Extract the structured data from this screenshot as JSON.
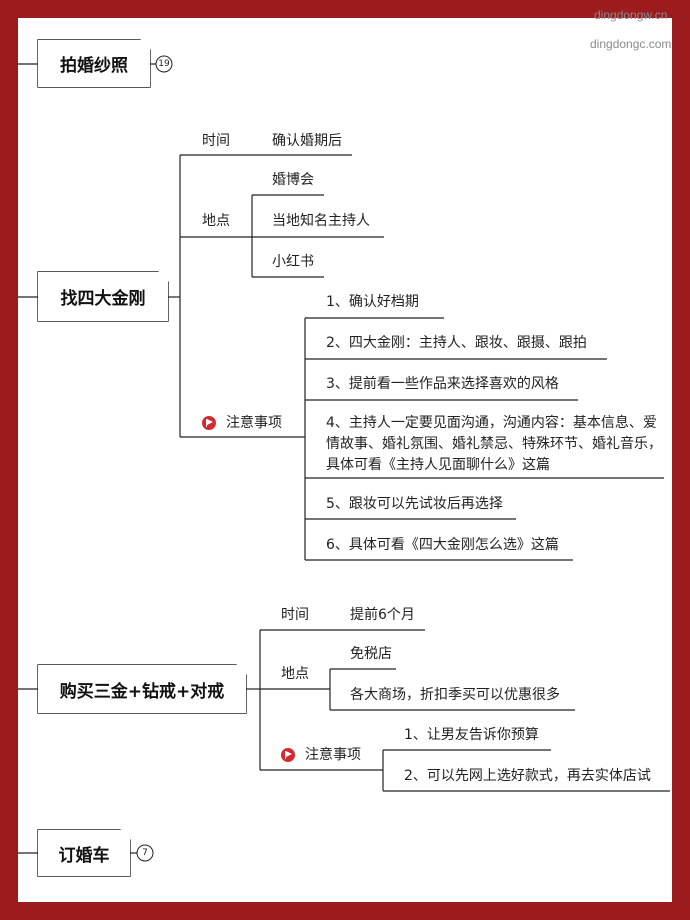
{
  "watermarks": [
    "dingdongw.cn",
    "dingdongc.com"
  ],
  "topics": {
    "t1": {
      "title": "拍婚纱照",
      "badge": "19"
    },
    "t2": {
      "title": "找四大金刚",
      "time_label": "时间",
      "time_value": "确认婚期后",
      "place_label": "地点",
      "places": [
        "婚博会",
        "当地知名主持人",
        "小红书"
      ],
      "notes_label": "注意事项",
      "notes": [
        "1、确认好档期",
        "2、四大金刚：主持人、跟妆、跟摄、跟拍",
        "3、提前看一些作品来选择喜欢的风格",
        "4、主持人一定要见面沟通，沟通内容：基本信息、爱情故事、婚礼氛围、婚礼禁忌、特殊环节、婚礼音乐，具体可看《主持人见面聊什么》这篇",
        "5、跟妆可以先试妆后再选择",
        "6、具体可看《四大金刚怎么选》这篇"
      ]
    },
    "t3": {
      "title": "购买三金+钻戒+对戒",
      "time_label": "时间",
      "time_value": "提前6个月",
      "place_label": "地点",
      "places": [
        "免税店",
        "各大商场，折扣季买可以优惠很多"
      ],
      "notes_label": "注意事项",
      "notes": [
        "1、让男友告诉你预算",
        "2、可以先网上选好款式，再去实体店试"
      ]
    },
    "t4": {
      "title": "订婚车",
      "badge": "7"
    }
  },
  "colors": {
    "frame": "#9c1b1f",
    "paper": "#ffffff",
    "line": "#222222",
    "flag": "#d32a2e"
  }
}
